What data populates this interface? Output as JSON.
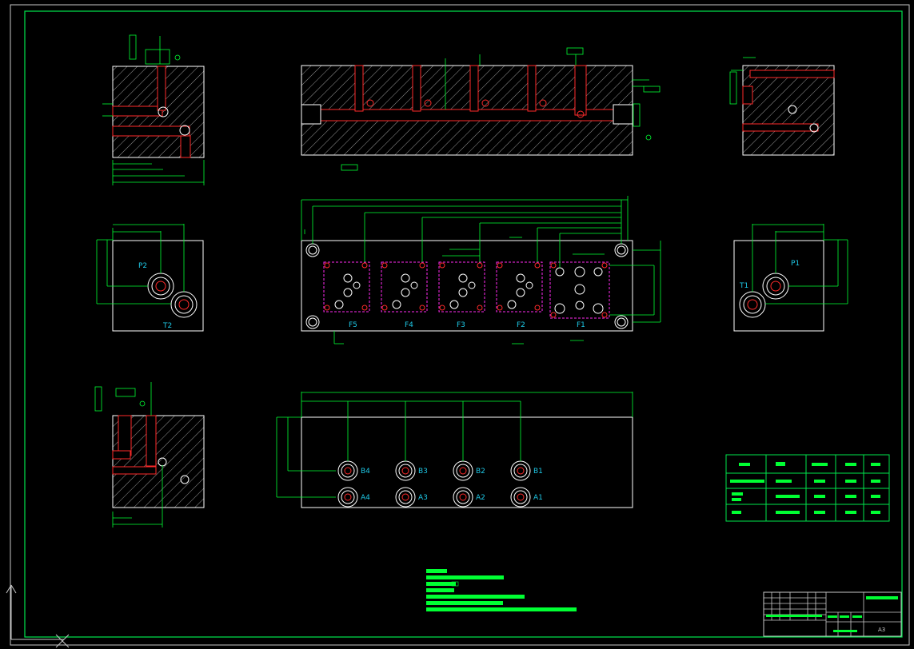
{
  "front_view": {
    "valve_labels": [
      "F5",
      "F4",
      "F3",
      "F2",
      "F1"
    ]
  },
  "left_view": {
    "port_labels": [
      "P2",
      "T2"
    ]
  },
  "right_view": {
    "port_labels": [
      "P1",
      "T1"
    ]
  },
  "bottom_view": {
    "upper_port_labels": [
      "B4",
      "B3",
      "B2",
      "B1"
    ],
    "lower_port_labels": [
      "A4",
      "A3",
      "A2",
      "A1"
    ]
  },
  "title_block": {
    "scale_text": "A3"
  },
  "colors": {
    "background": "#000000",
    "outline": "#ffffff",
    "dimension": "#00ff33",
    "hatch": "#ffffff",
    "hole": "#ff2a2a",
    "valve_outline": "#ff2af0",
    "label": "#1ec8e6",
    "frame": "#00e64d"
  }
}
